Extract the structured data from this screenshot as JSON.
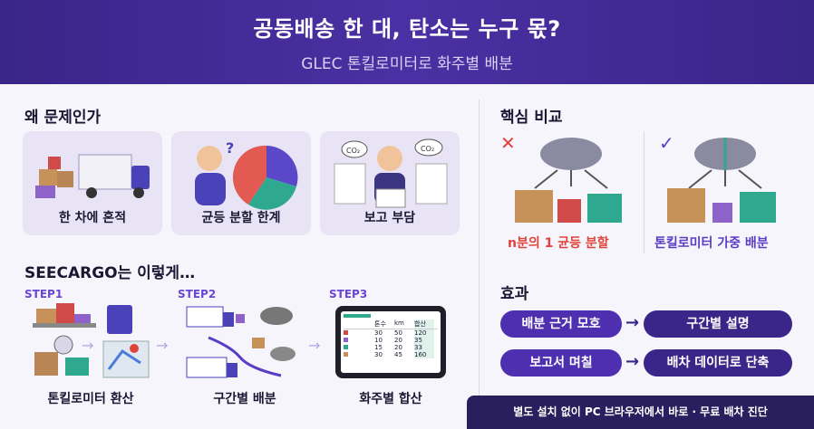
{
  "header": {
    "title": "공동배송 한 대, 탄소는 누구 몫?",
    "subtitle": "GLEC 톤킬로미터로 화주별 배분"
  },
  "problem": {
    "heading": "왜 문제인가",
    "cards": [
      {
        "label": "한 차에 혼적",
        "icon": "truck-icon"
      },
      {
        "label": "균등 분할 한계",
        "icon": "pie-chart-icon"
      },
      {
        "label": "보고 부담",
        "icon": "paperwork-icon"
      }
    ]
  },
  "solution": {
    "heading": "SEECARGO는 이렇게…",
    "steps": [
      {
        "step": "STEP1",
        "label": "톤킬로미터 환산"
      },
      {
        "step": "STEP2",
        "label": "구간별 배분"
      },
      {
        "step": "STEP3",
        "label": "화주별 합산"
      }
    ]
  },
  "compare": {
    "heading": "핵심 비교",
    "bad_label": "n분의 1 균등 분할",
    "good_label": "톤킬로미터 가중 배분",
    "bad_color": "#e0433a",
    "good_color": "#5b3cc4"
  },
  "effects": {
    "heading": "효과",
    "rows": [
      {
        "from": "배분 근거 모호",
        "to": "구간별 설명"
      },
      {
        "from": "보고서 며칠",
        "to": "배차 데이터로 단축"
      }
    ]
  },
  "footer": {
    "text": "별도 설치 없이 PC 브라우저에서 바로 · 무료 배차 진단"
  },
  "table": {
    "headers": [
      "",
      "톤수",
      "km",
      "합산"
    ],
    "rows": [
      [
        "",
        "30",
        "50",
        "120"
      ],
      [
        "",
        "10",
        "20",
        "35"
      ],
      [
        "",
        "15",
        "20",
        "33"
      ],
      [
        "",
        "30",
        "45",
        "160"
      ]
    ]
  }
}
